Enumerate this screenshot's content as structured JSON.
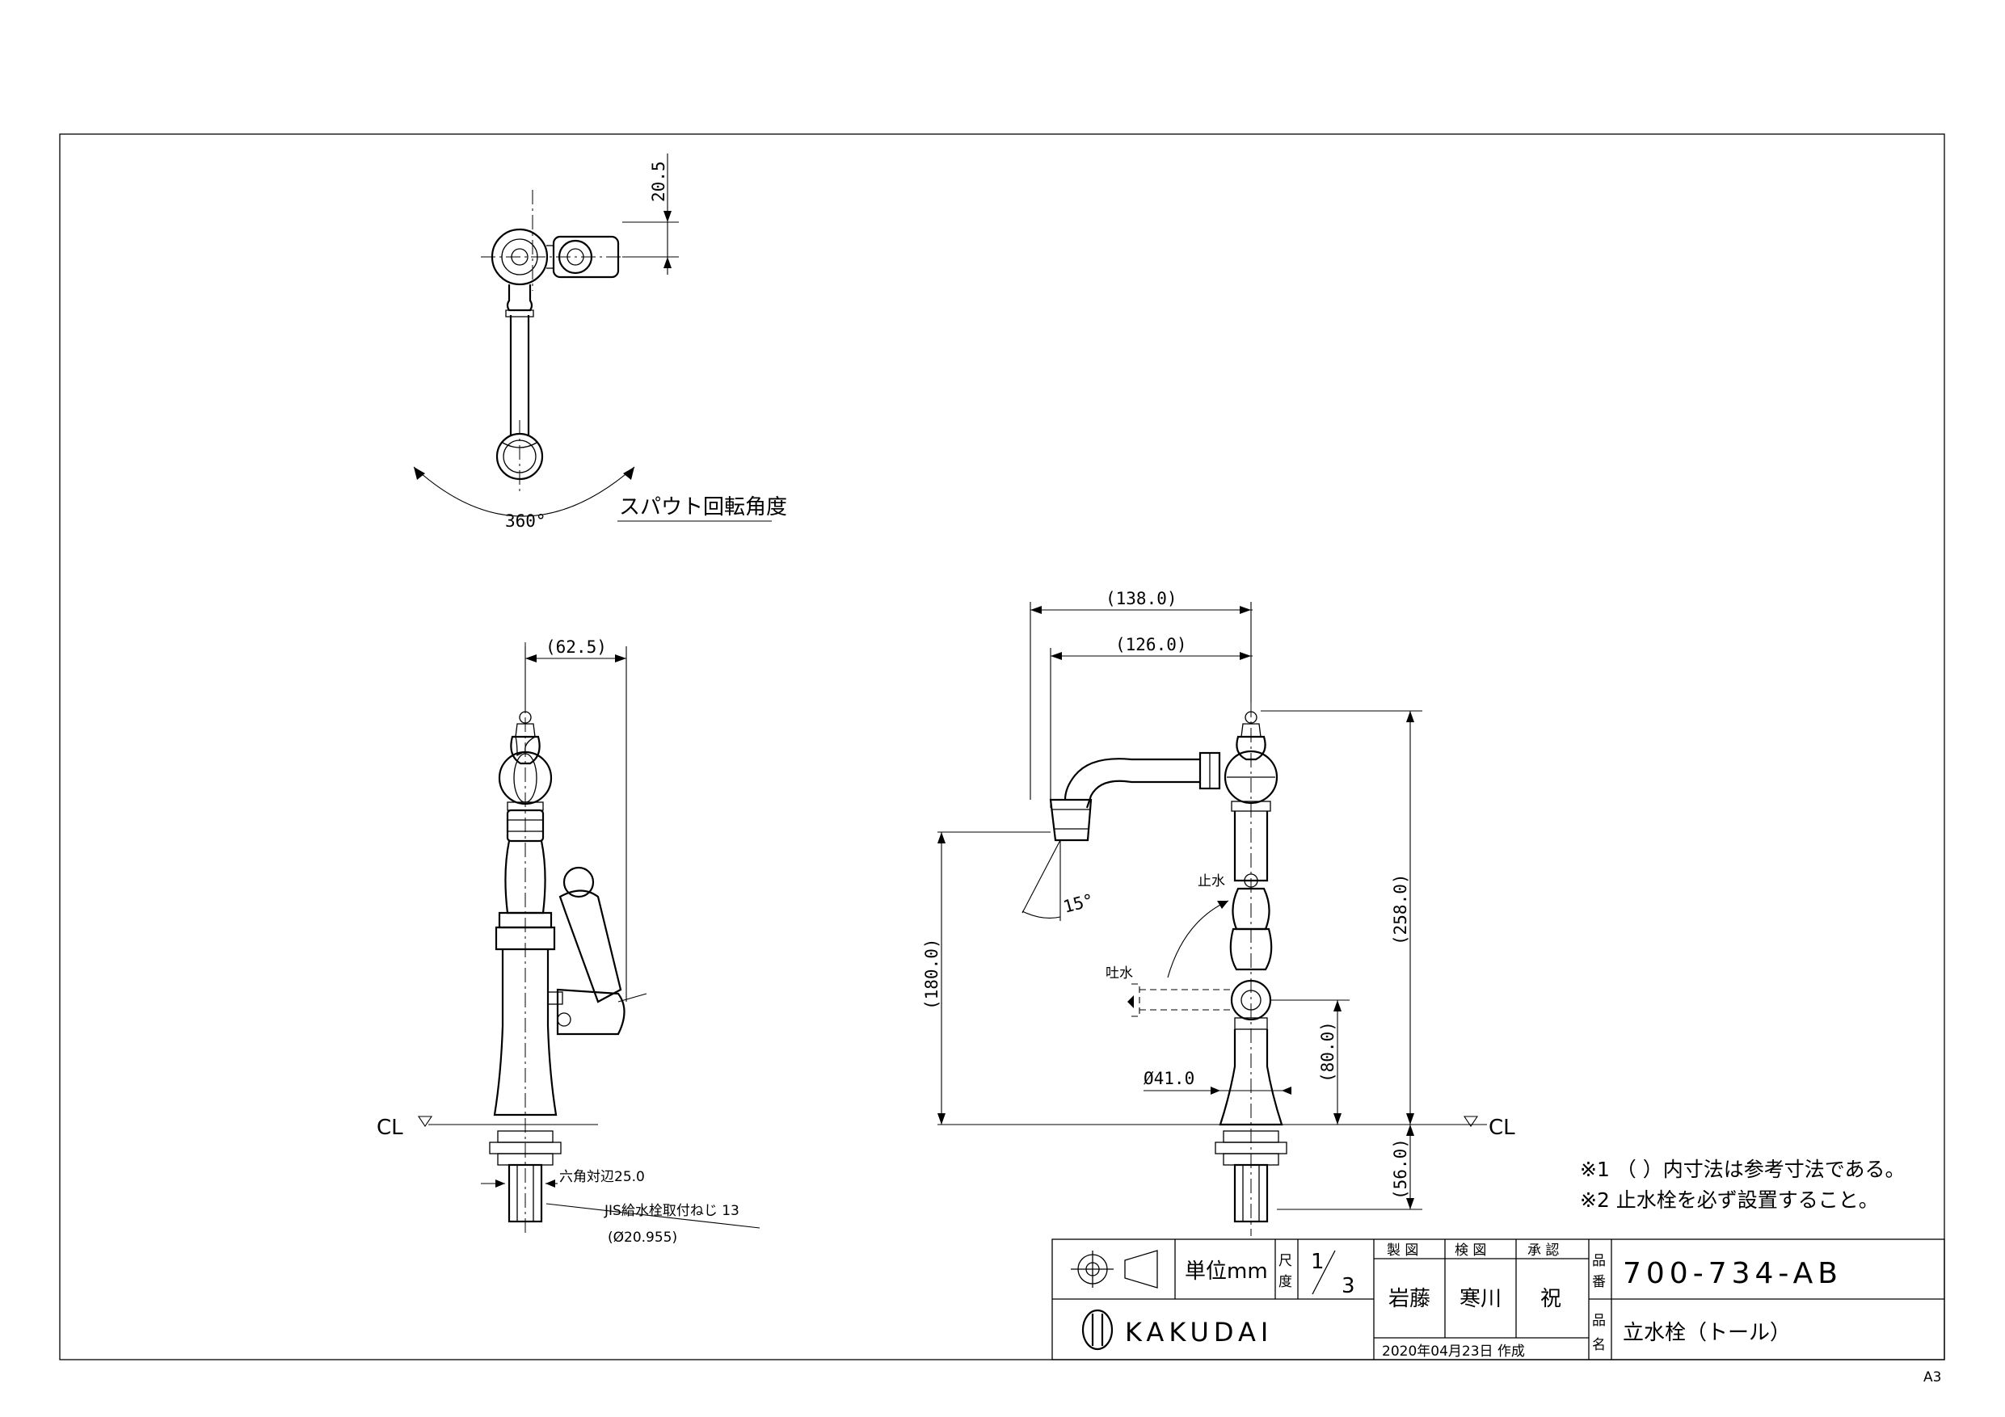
{
  "top_view": {
    "dim_top": "20.5",
    "angle_label": "360°",
    "rotation_label": "スパウト回転角度"
  },
  "side_view": {
    "dim_width": "(62.5)",
    "cl": "CL",
    "hex_label": "六角対辺25.0",
    "thread_label": "JIS給水栓取付ねじ 13",
    "thread_dia": "(Ø20.955)"
  },
  "front_view": {
    "dim_138": "(138.0)",
    "dim_126": "(126.0)",
    "dim_258": "(258.0)",
    "dim_180": "(180.0)",
    "dim_80": "(80.0)",
    "dim_56": "(56.0)",
    "dim_dia41": "Ø41.0",
    "angle_15": "15°",
    "stop_label": "止水",
    "spout_label": "吐水",
    "cl": "CL"
  },
  "notes": [
    "※1 （ ）内寸法は参考寸法である。",
    "※2 止水栓を必ず設置すること。"
  ],
  "title_block": {
    "unit_label": "単位mm",
    "scale_label_1": "尺",
    "scale_label_2": "度",
    "scale_num": "1",
    "scale_den": "3",
    "drawn_header": "製 図",
    "checked_header": "検 図",
    "approved_header": "承 認",
    "drawn_by": "岩藤",
    "checked_by": "寒川",
    "approved_by": "祝",
    "part_no_label_1": "品",
    "part_no_label_2": "番",
    "part_no": "700-734-AB",
    "part_name_label_1": "品",
    "part_name_label_2": "名",
    "part_name": "立水栓（トール）",
    "brand": "KAKUDAI",
    "date": "2020年04月23日 作成"
  },
  "sheet_size": "A3"
}
